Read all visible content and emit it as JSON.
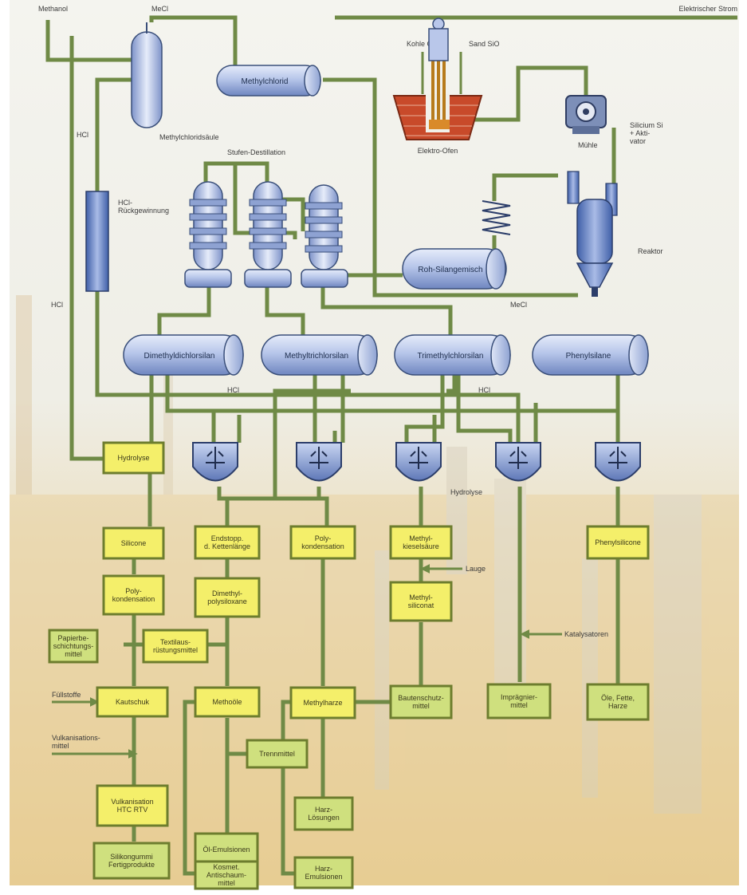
{
  "colors": {
    "pipe": "#6f8a46",
    "tank": "#aebfe5",
    "process_box": "#f4ef6a",
    "product_box": "#cfe07e",
    "furnace_brick": "#c84a2a"
  },
  "top": {
    "methanol": "Methanol",
    "meci_top": "MeCl",
    "strom": "Elektrischer Strom",
    "kohle": "Kohle C",
    "sand": "Sand SiO",
    "elektro_ofen": "Elektro-Ofen",
    "muehle": "Mühle",
    "silicium": "Silicium Si\n+ Akti-\nvator",
    "reaktor": "Reaktor",
    "meci_bottom": "MeCl",
    "hcl_left": "HCl",
    "hcl_left2": "HCl",
    "hcl_mid": "HCl",
    "hcl_right": "HCl",
    "destillation": "Stufen-Destillation",
    "hcl_rueck": "HCl-\nRückgewinnung",
    "hydrolyse_label": "Hydrolyse"
  },
  "tanks": {
    "methylchlorid": "Methylchlorid",
    "methylchloridsaeule": "Methylchloridsäule",
    "roh": "Roh-Silangemisch",
    "dimethyl": "Dimethyldichlorsilan",
    "methyl": "Methyltrichlorsilan",
    "trimethyl": "Trimethylchlorsilan",
    "phenyl": "Phenylsilane"
  },
  "boxes": {
    "hydrolyse": "Hydrolyse",
    "silicone": "Silicone",
    "poly1": "Poly-\nkondensation",
    "papier": "Papierbe-\nschichtungs-\nmittel",
    "textil": "Textilaus-\nrüstungsmittel",
    "kautschuk": "Kautschuk",
    "vulk": "Vulkanisation\nHTC RTV",
    "silikongummi": "Silikongummi\nFertigprodukte",
    "endst": "Endstopp.\nd. Kettenlänge",
    "dimethylpoly": "Dimethyl-\npolysiloxane",
    "methoele": "Methoöle",
    "oelemulsionen": "Öl-Emulsionen",
    "kosmetik": "Kosmet.\nAntischaum-\nmittel",
    "poly2": "Poly-\nkondensation",
    "methylharz": "Methylharze",
    "trennmittel": "Trennmittel",
    "harzloesungen": "Harz-\nLösungen",
    "harzemulsionen": "Harz-\nEmulsionen",
    "methylkieselsaeure": "Methyl-\nkieselsäure",
    "methylsiliconat": "Methyl-\nsiliconat",
    "bautenschutz": "Bautenschutz-\nmittel",
    "impraeg": "Imprägnier-\nmittel",
    "phenylsilicone": "Phenylsilicone",
    "oele": "Öle, Fette,\nHarze"
  },
  "side_labels": {
    "fuellstoffe": "Füllstoffe",
    "vulkmittel": "Vulkanisations-\nmittel",
    "lauge": "Lauge",
    "katalysatoren": "Katalysatoren"
  }
}
